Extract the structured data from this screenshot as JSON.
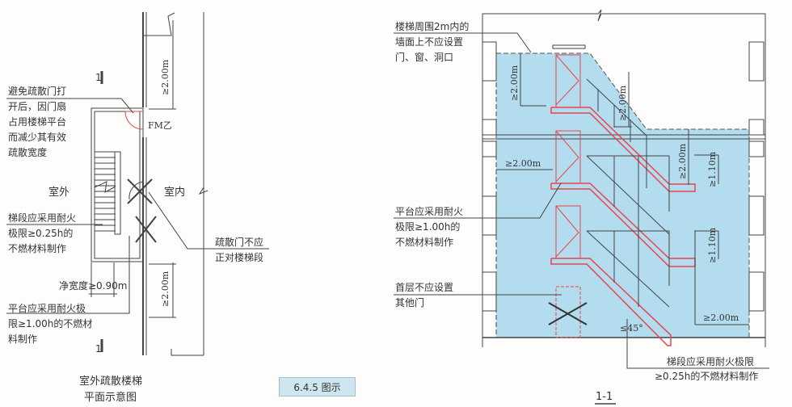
{
  "plan": {
    "section_mark_top": "1",
    "section_mark_bottom": "1",
    "door_label": "FM乙",
    "outside_label": "室外",
    "inside_label": "室内",
    "note_door_swing": [
      "避免疏散门打",
      "开后，因门扇",
      "占用楼梯平台",
      "而减少其有效",
      "疏散宽度"
    ],
    "note_flight": [
      "梯段应采用耐火",
      "极限≥0.25h的",
      "不燃材料制作"
    ],
    "note_clear_width": "净宽度≥0.90m",
    "note_platform": [
      "平台应采用耐火极",
      "限≥1.00h的不燃材",
      "料制作"
    ],
    "note_door_position": [
      "疏散门不应",
      "正对楼梯段"
    ],
    "dim_top": "≥2.00m",
    "dim_bottom": "≥2.00m",
    "caption": [
      "室外疏散楼梯",
      "平面示意图"
    ]
  },
  "figure_number": "6.4.5 图示",
  "section": {
    "title": "1-1",
    "note_wall": [
      "楼梯周围2m内的",
      "墙面上不应设置",
      "门、窗、洞口"
    ],
    "note_platform": [
      "平台应采用耐火",
      "极限≥1.00h的",
      "不燃材料制作"
    ],
    "note_ground": [
      "首层不应设置",
      "其他门"
    ],
    "note_flight": [
      "梯段应采用耐火极限",
      "≥0.25h的不燃材料制作"
    ],
    "dim_vertical_left": "≥2.00m",
    "dim_vertical_mid": "≥2.00m",
    "dim_vertical_right": "≥2.00m",
    "dim_horizontal_left": "≥2.00m",
    "dim_horizontal_right": "≥2.00m",
    "dim_rail_upper": "≥1.10m",
    "dim_rail_lower": "≥1.10m",
    "angle": "≤45°"
  },
  "colors": {
    "fill": "#b3dcef",
    "red": "#e8454a",
    "line": "#444444"
  }
}
